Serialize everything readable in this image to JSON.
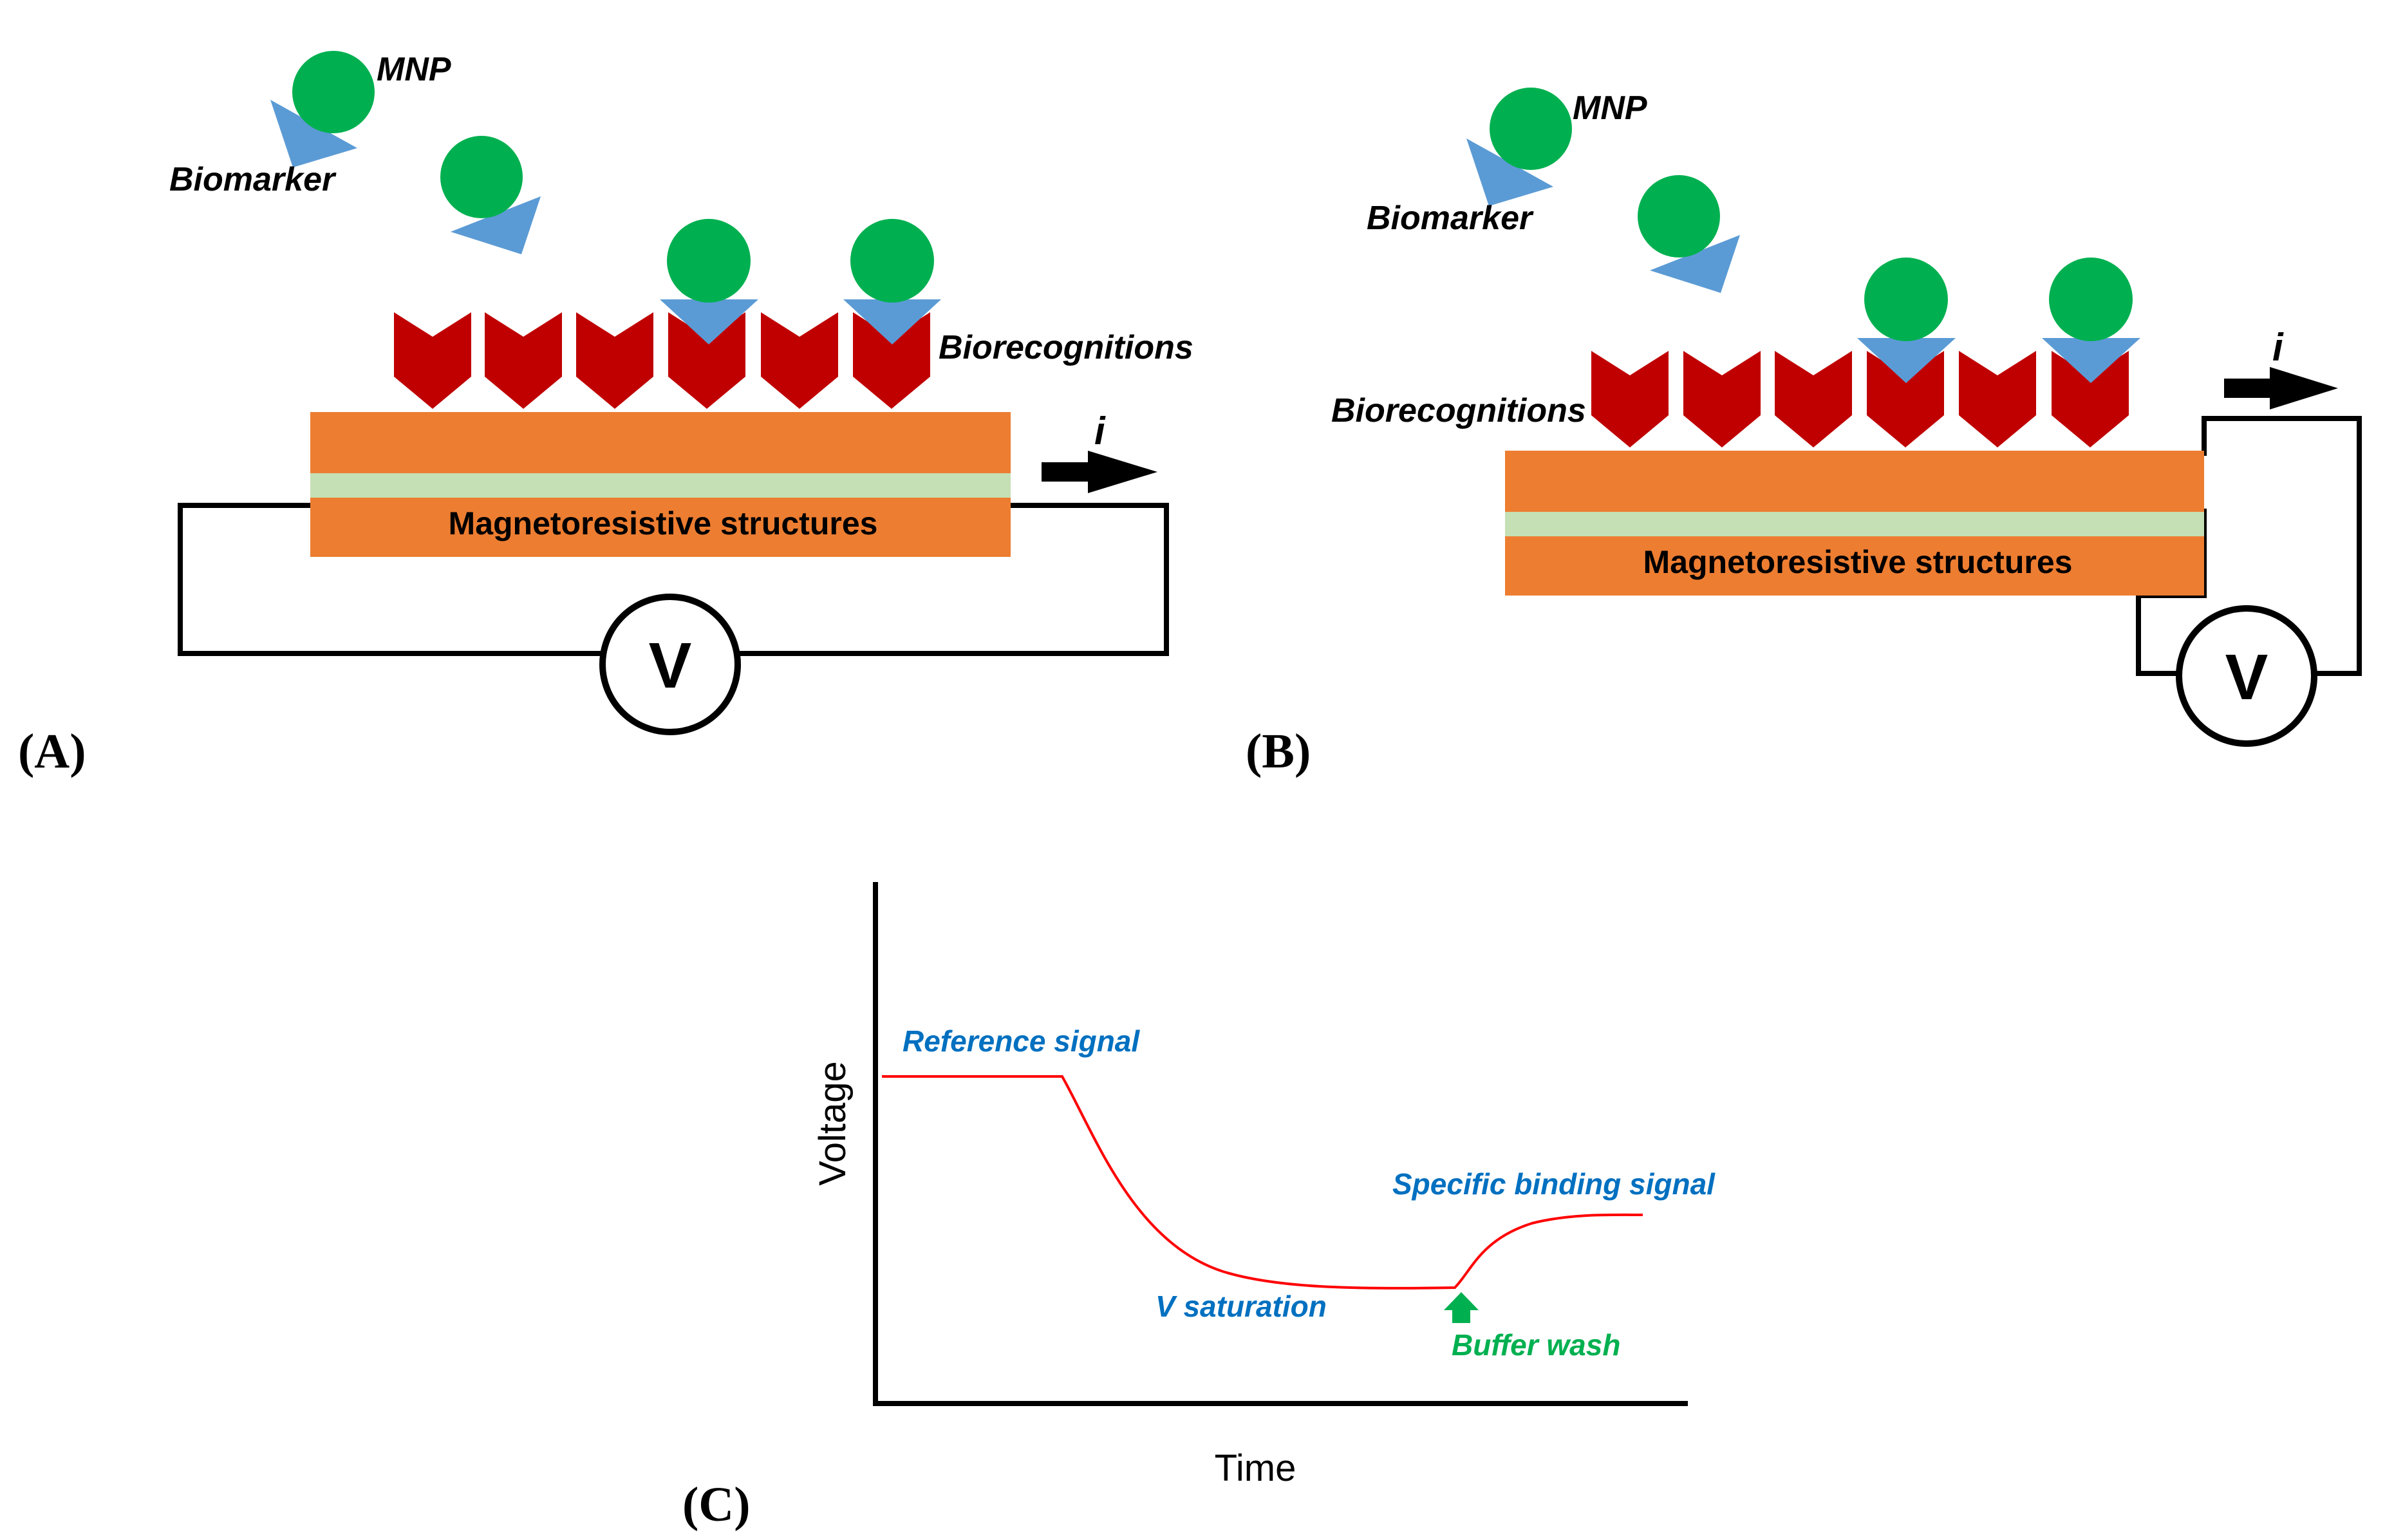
{
  "colors": {
    "mnp": "#00b050",
    "biomarker": "#5b9bd5",
    "biorecognition": "#c00000",
    "magnetoresistive_layer": "#ed7d31",
    "spacer_layer": "#c5e0b4",
    "curve": "#ff0000",
    "annotation_blue": "#0070c0",
    "annotation_green": "#00b050",
    "wire": "#000000"
  },
  "panel_a": {
    "panel_label": "(A)",
    "mnp_label": "MNP",
    "biomarker_label": "Biomarker",
    "biorecognitions_label": "Biorecognitions",
    "structure_label": "Magnetoresistive structures",
    "current_label": "i",
    "voltmeter_label": "V",
    "icons": [
      "mnp-circle",
      "biomarker-triangle",
      "biorecognition-chevron",
      "current-arrow",
      "voltmeter-circle"
    ]
  },
  "panel_b": {
    "panel_label": "(B)",
    "mnp_label": "MNP",
    "biomarker_label": "Biomarker",
    "biorecognitions_label": "Biorecognitions",
    "structure_label": "Magnetoresistive structures",
    "current_label": "i",
    "voltmeter_label": "V"
  },
  "panel_c": {
    "panel_label": "(C)",
    "ylabel": "Voltage",
    "xlabel": "Time",
    "reference_label": "Reference signal",
    "saturation_label": "V saturation",
    "buffer_label": "Buffer wash",
    "specific_label": "Specific binding signal"
  }
}
